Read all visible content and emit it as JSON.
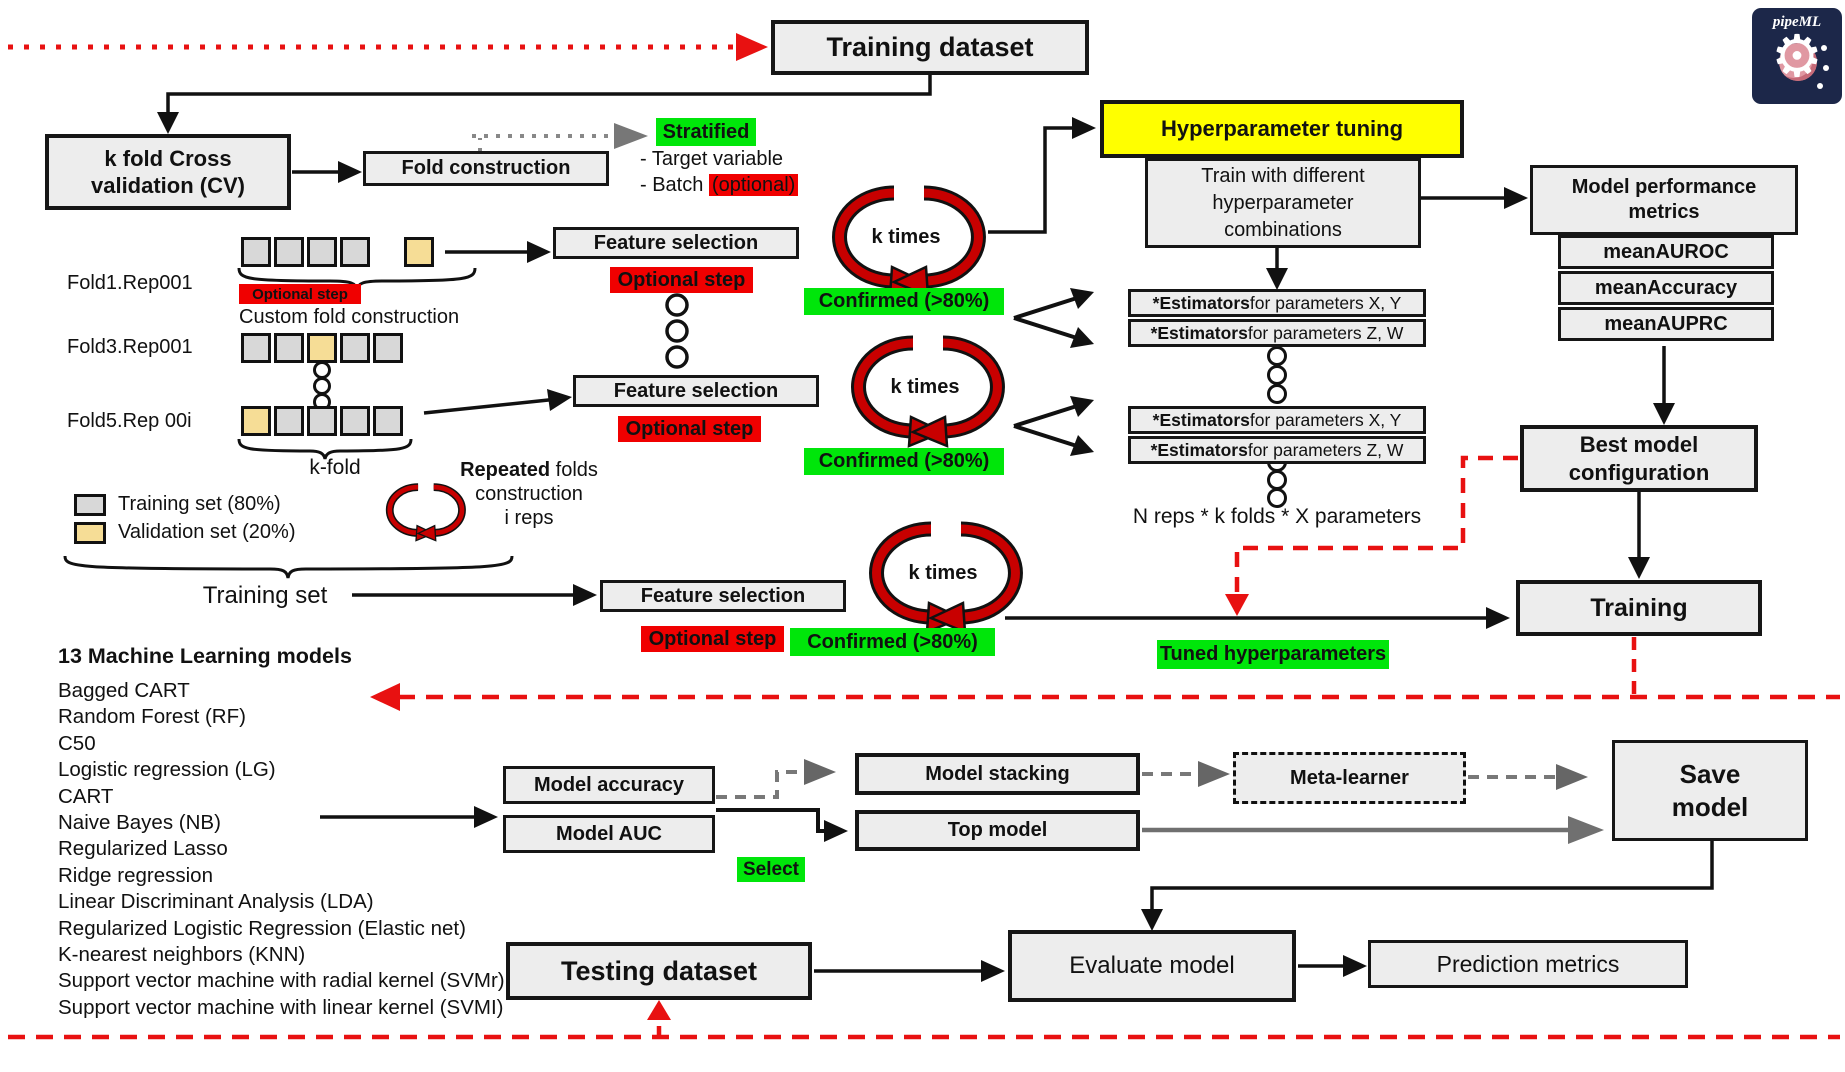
{
  "logo": {
    "brand": "pipeML"
  },
  "top": {
    "training_dataset": "Training dataset",
    "kfold_cv_line1": "k fold Cross",
    "kfold_cv_line2": "validation (CV)",
    "fold_construction": "Fold construction",
    "stratified": "Stratified",
    "target_variable": "- Target variable",
    "batch_prefix": "- Batch ",
    "batch_optional": "(optional)"
  },
  "folds": {
    "rows": [
      {
        "label": "Fold1.Rep001",
        "pattern": [
          "T",
          "T",
          "T",
          "T",
          "GAP",
          "V"
        ]
      },
      {
        "label": "Fold3.Rep001",
        "pattern": [
          "T",
          "T",
          "V",
          "T",
          "T"
        ]
      },
      {
        "label": "Fold5.Rep 00i",
        "pattern": [
          "V",
          "T",
          "T",
          "T",
          "T"
        ]
      }
    ],
    "optional_step_small": "Optional step",
    "custom_fold_construction": "Custom fold construction",
    "k_fold": "k-fold",
    "legend": [
      {
        "label": "Training set (80%)"
      },
      {
        "label": "Validation set (20%)"
      }
    ],
    "repeated_bold": "Repeated",
    "repeated_rest": " folds",
    "repeated_line2": "construction",
    "repeated_line3": "i reps",
    "training_set": "Training set"
  },
  "pipeline": {
    "feature_selection": "Feature selection",
    "optional_step": "Optional step",
    "k_times": "k times",
    "confirmed": "Confirmed (>80%)"
  },
  "tuning": {
    "title": "Hyperparameter tuning",
    "subtitle_line1": "Train with different",
    "subtitle_line2": "hyperparameter",
    "subtitle_line3": "combinations",
    "estimators_bold": "*Estimators",
    "estimators_xy_rest": " for parameters X, Y",
    "estimators_zw_rest": " for parameters Z, W",
    "reps_note": "N reps * k folds * X parameters",
    "tuned_hyperparameters": "Tuned hyperparameters"
  },
  "metrics": {
    "title_line1": "Model performance",
    "title_line2": "metrics",
    "rows": [
      "meanAUROC",
      "meanAccuracy",
      "meanAUPRC"
    ]
  },
  "right": {
    "best_model_line1": "Best model",
    "best_model_line2": "configuration",
    "training": "Training"
  },
  "models": {
    "header": "13 Machine Learning models",
    "items": [
      "Bagged CART",
      "Random Forest (RF)",
      "C50",
      "Logistic regression (LG)",
      "CART",
      "Naive Bayes (NB)",
      "Regularized Lasso",
      "Ridge regression",
      "Linear Discriminant Analysis (LDA)",
      "Regularized Logistic Regression (Elastic net)",
      "K-nearest neighbors (KNN)",
      "Support vector machine with radial kernel (SVMr)",
      "Support vector machine with linear kernel (SVMI)"
    ]
  },
  "selection": {
    "model_accuracy": "Model accuracy",
    "model_auc": "Model AUC",
    "select": "Select",
    "model_stacking": "Model stacking",
    "top_model": "Top model",
    "meta_learner": "Meta-learner",
    "save_model_line1": "Save",
    "save_model_line2": "model"
  },
  "bottom": {
    "testing_dataset": "Testing dataset",
    "evaluate_model": "Evaluate model",
    "prediction_metrics": "Prediction metrics"
  },
  "colors": {
    "highlight_green": "#00e60a",
    "highlight_red": "#f00000",
    "highlight_yellow": "#ffff00",
    "loop_red": "#c80000",
    "dashed_red": "#e81111",
    "box_gray": "#ededed",
    "training_square": "#d8d8d8",
    "validation_square": "#f6dd96",
    "logo_bg": "#1c2749"
  }
}
